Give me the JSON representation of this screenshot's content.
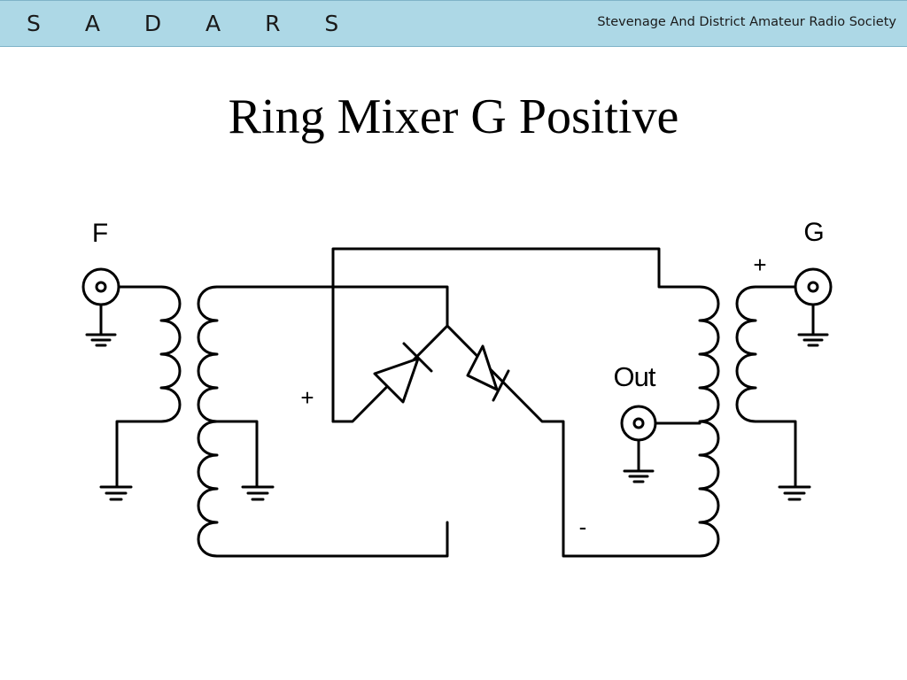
{
  "header": {
    "brand": "S A D A R S",
    "society": "Stevenage And District Amateur Radio Society",
    "banner_color": "#add8e6"
  },
  "slide": {
    "title": "Ring Mixer G Positive"
  },
  "diagram": {
    "labels": {
      "f_port": "F",
      "g_port": "G",
      "out_port": "Out",
      "plus_center": "+",
      "plus_g": "+",
      "minus": "-"
    },
    "symbols": [
      "coax-connector",
      "ground",
      "inductor-coil",
      "diode"
    ]
  }
}
